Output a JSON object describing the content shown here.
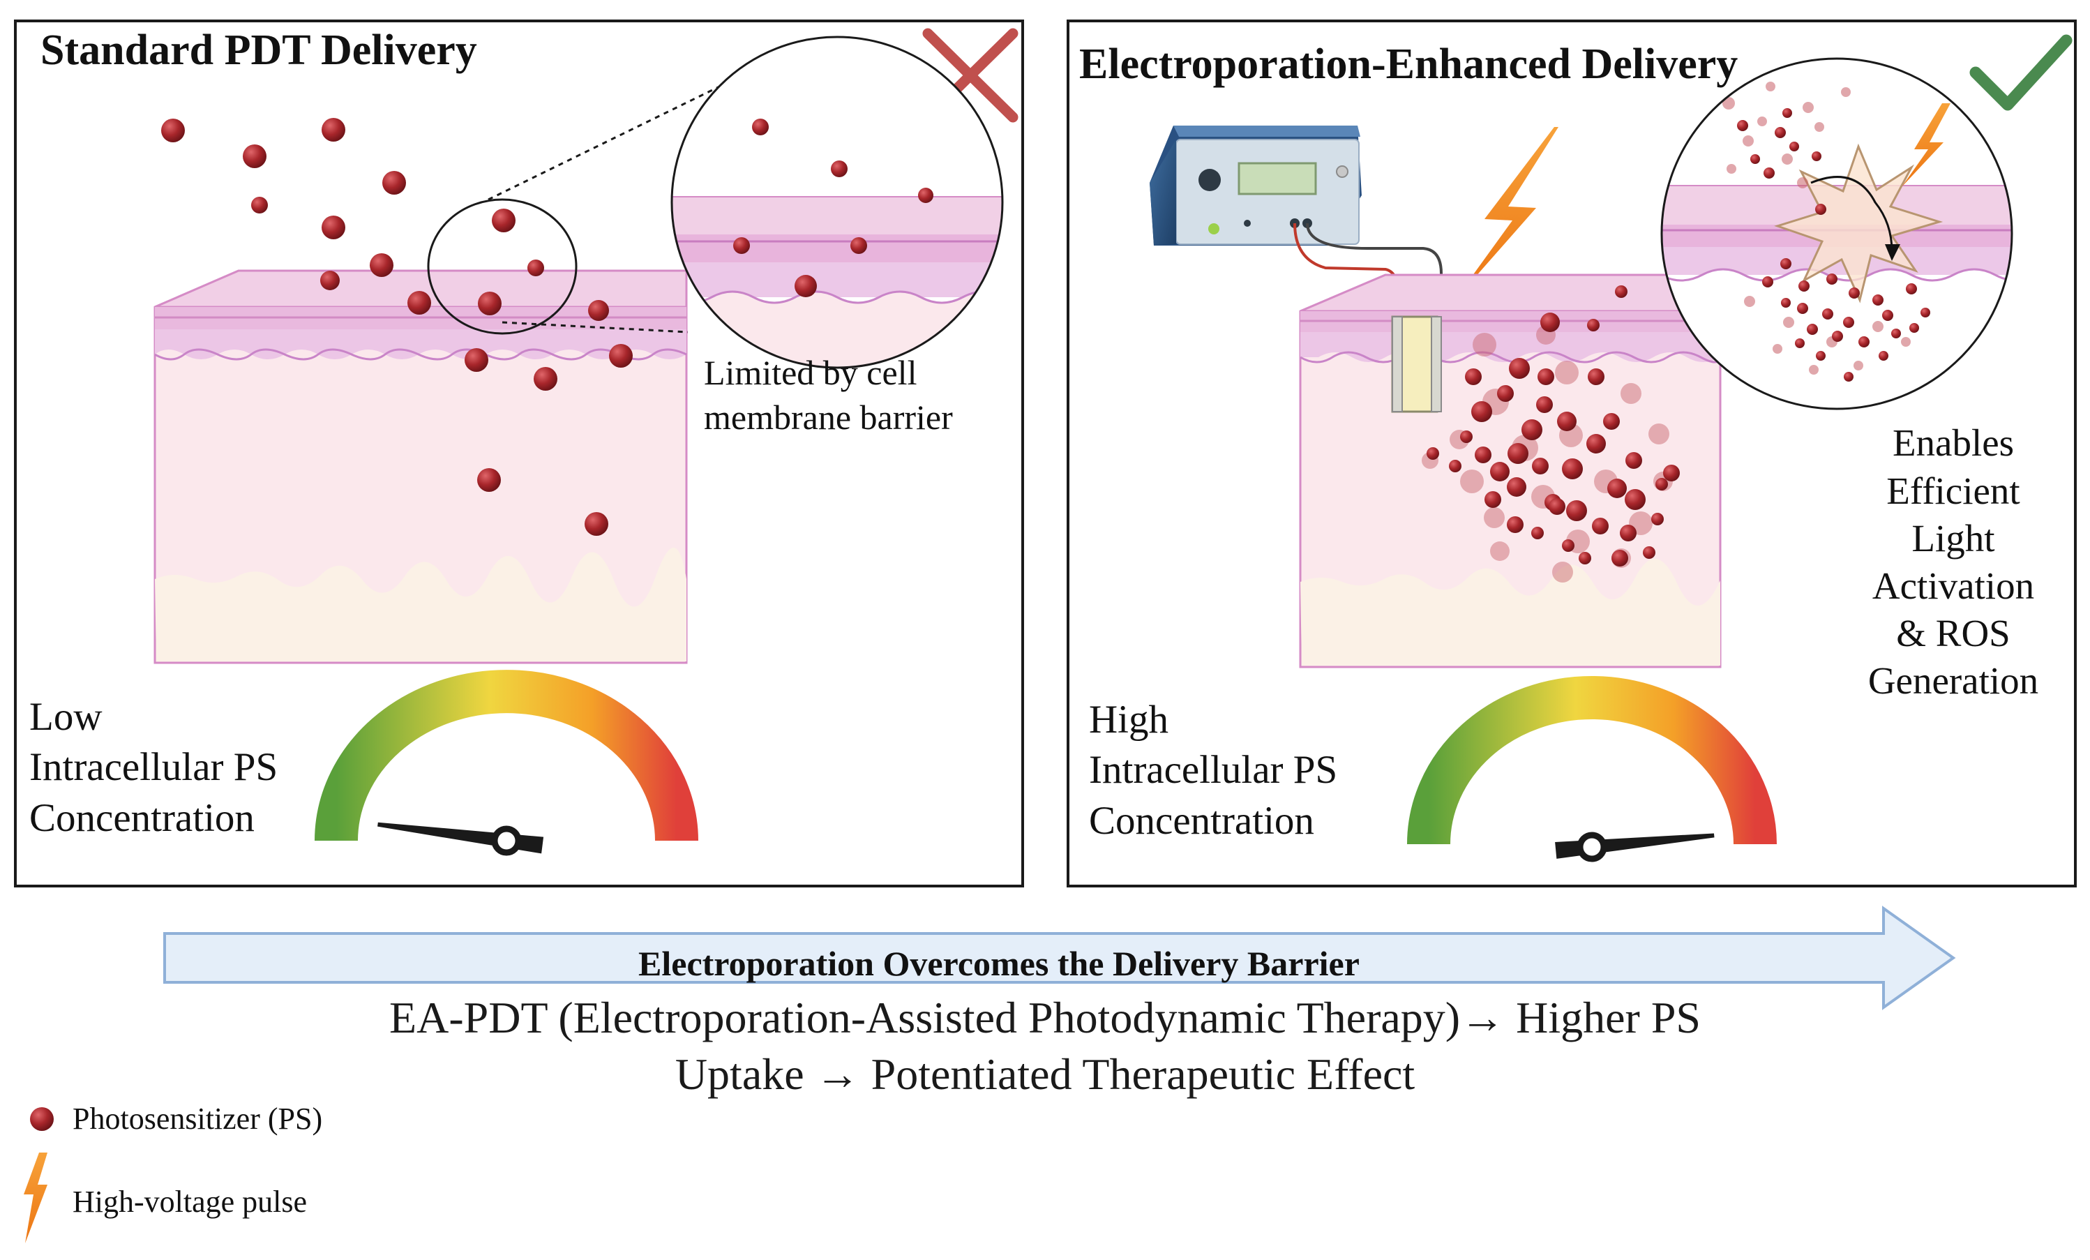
{
  "left_panel": {
    "title": "Standard PDT Delivery",
    "callout_line1": "Limited by cell",
    "callout_line2": "membrane barrier",
    "conc_line1": "Low",
    "conc_line2": "Intracellular PS",
    "conc_line3": "Concentration",
    "gauge_level": 0.04,
    "status_icon": "cross-icon",
    "status_color": "#c0504d"
  },
  "right_panel": {
    "title": "Electroporation-Enhanced Delivery",
    "callout_line1": "Enables",
    "callout_line2": "Efficient",
    "callout_line3": "Light",
    "callout_line4": "Activation",
    "callout_line5": "& ROS",
    "callout_line6": "Generation",
    "conc_line1": "High",
    "conc_line2": "Intracellular PS",
    "conc_line3": "Concentration",
    "gauge_level": 0.97,
    "status_icon": "checkmark-icon",
    "status_color": "#4a8a4f"
  },
  "banner": {
    "arrow_label": "Electroporation Overcomes the Delivery Barrier",
    "summary_line1": "EA-PDT (Electroporation-Assisted Photodynamic Therapy)→ Higher PS",
    "summary_line2": "Uptake → Potentiated Therapeutic Effect"
  },
  "legend": {
    "items": [
      {
        "label": "Photosensitizer (PS)",
        "icon": "photosensitizer-dot-icon"
      },
      {
        "label": "High-voltage pulse",
        "icon": "lightning-bolt-icon"
      }
    ]
  },
  "colors": {
    "ps_dot": "#a8262b",
    "bolt": "#f08a1a",
    "tissue_pink": "#fbe5ea",
    "epidermis": "#e6b8dc",
    "arrow_fill": "#e4eef9",
    "arrow_stroke": "#8fb0d8"
  }
}
